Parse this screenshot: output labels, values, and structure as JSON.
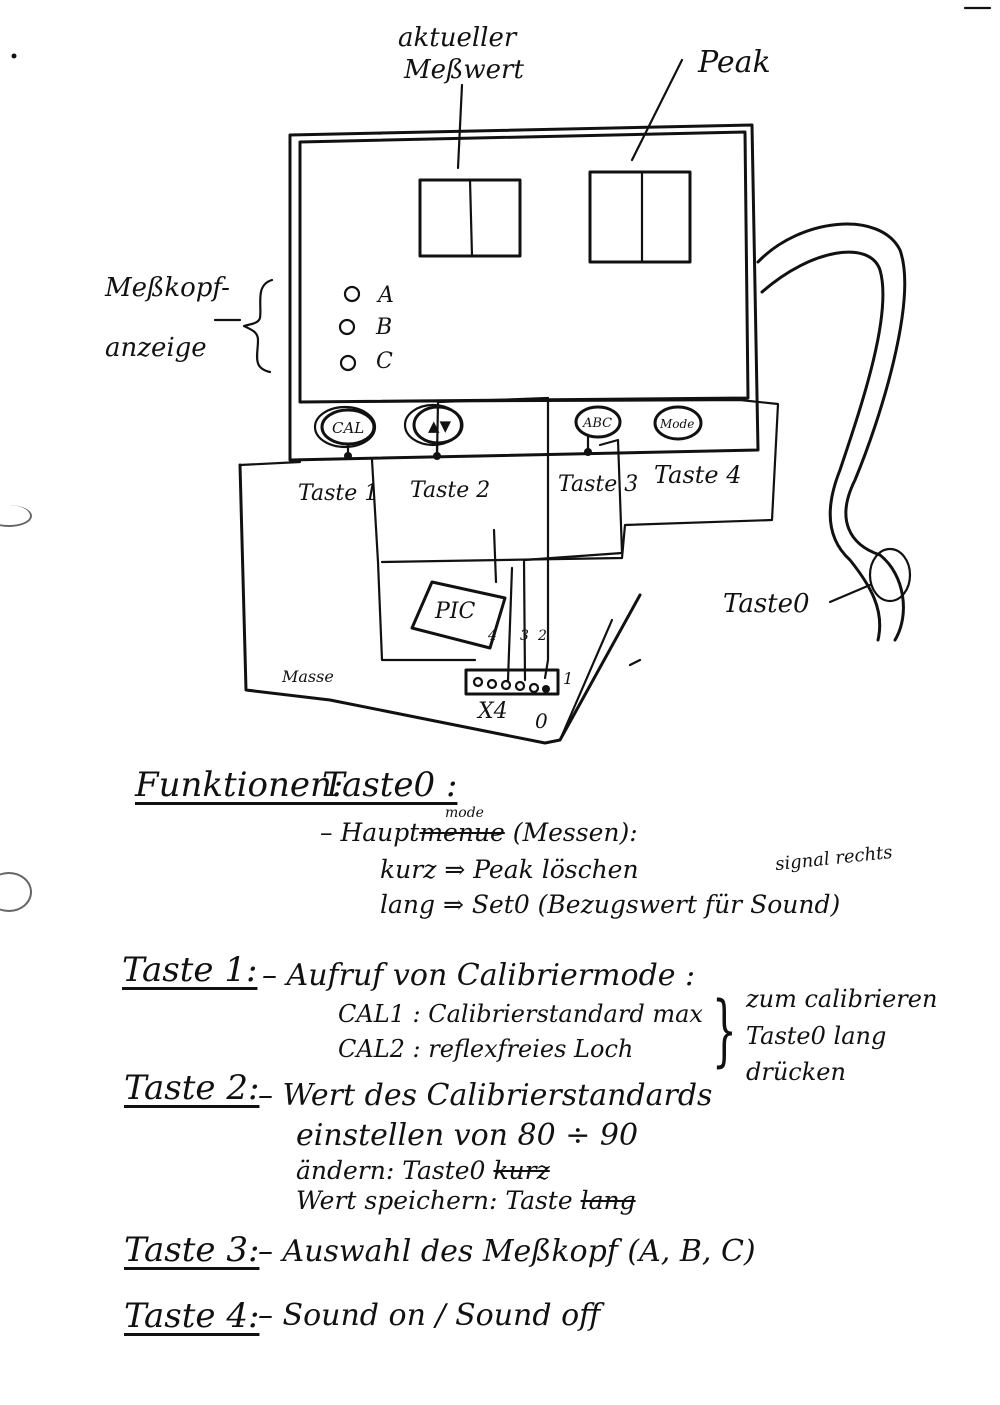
{
  "diagram": {
    "labels": {
      "current_value": [
        "aktueller",
        "Meßwert"
      ],
      "peak": "Peak",
      "head_display": [
        "Meßkopf-",
        "anzeige"
      ],
      "head_leds": [
        "A",
        "B",
        "C"
      ],
      "pic": "PIC",
      "ground": "Masse",
      "connector": "X4",
      "connector_zero": "0",
      "connector_one": "1",
      "pin_numbers": [
        "4",
        "3",
        "2"
      ],
      "key_zero": "Taste0"
    },
    "buttons": [
      {
        "face": "CAL",
        "label": "Taste 1"
      },
      {
        "face": "▲▼",
        "label": "Taste 2"
      },
      {
        "face": "ABC",
        "label": "Taste 3"
      },
      {
        "face": "Mode",
        "label": "Taste 4"
      }
    ]
  },
  "notes": {
    "heading": "Funktionen:",
    "taste0": {
      "title": "Taste0 :",
      "line1_prefix": "– Haupt",
      "line1_struck": "menue",
      "line1_insert": "mode",
      "line1_suffix": "(Messen):",
      "line2": "kurz ⇒ Peak löschen",
      "line3": "lang ⇒ Set0 (Bezugswert für Sound)",
      "margin_note": "signal rechts"
    },
    "taste1": {
      "title": "Taste 1:",
      "line1": "– Aufruf von Calibriermode :",
      "cal1": "CAL1 : Calibrierstandard max",
      "cal2": "CAL2 : reflexfreies Loch",
      "brace_note": [
        "zum calibrieren",
        "Taste0 lang",
        "drücken"
      ]
    },
    "taste2": {
      "title": "Taste 2:",
      "line1": "– Wert des Calibrierstandards",
      "line2": "einstellen von 80 ÷ 90",
      "line3_prefix": "ändern: Taste0",
      "line3_struck": "kurz",
      "line4_prefix": "Wert speichern: Taste",
      "line4_struck": "lang"
    },
    "taste3": {
      "title": "Taste 3:",
      "line1": "– Auswahl des Meßkopf (A, B, C)"
    },
    "taste4": {
      "title": "Taste 4:",
      "line1": "– Sound on / Sound off"
    }
  }
}
